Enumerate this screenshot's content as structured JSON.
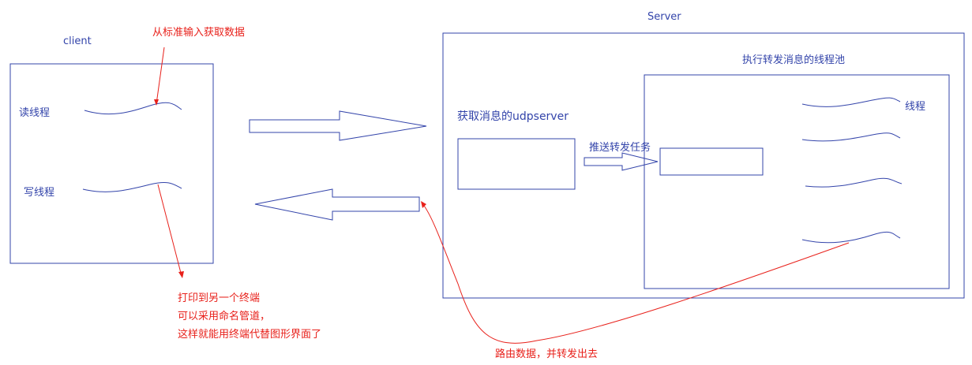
{
  "client": {
    "title": "client",
    "read_thread": "读线程",
    "write_thread": "写线程"
  },
  "server": {
    "title": "Server",
    "udpserver_label": "获取消息的udpserver",
    "push_label": "推送转发任务",
    "pool_label": "执行转发消息的线程池",
    "thread_label": "线程"
  },
  "annotations": {
    "stdin": "从标准输入获取数据",
    "print_line1": "打印到另一个终端",
    "print_line2": "可以采用命名管道，",
    "print_line3": "这样就能用终端代替图形界面了",
    "route": "路由数据，并转发出去"
  },
  "colors": {
    "line": "#3344aa",
    "annotation": "#e8211b",
    "box_stroke": "#3344aa"
  }
}
